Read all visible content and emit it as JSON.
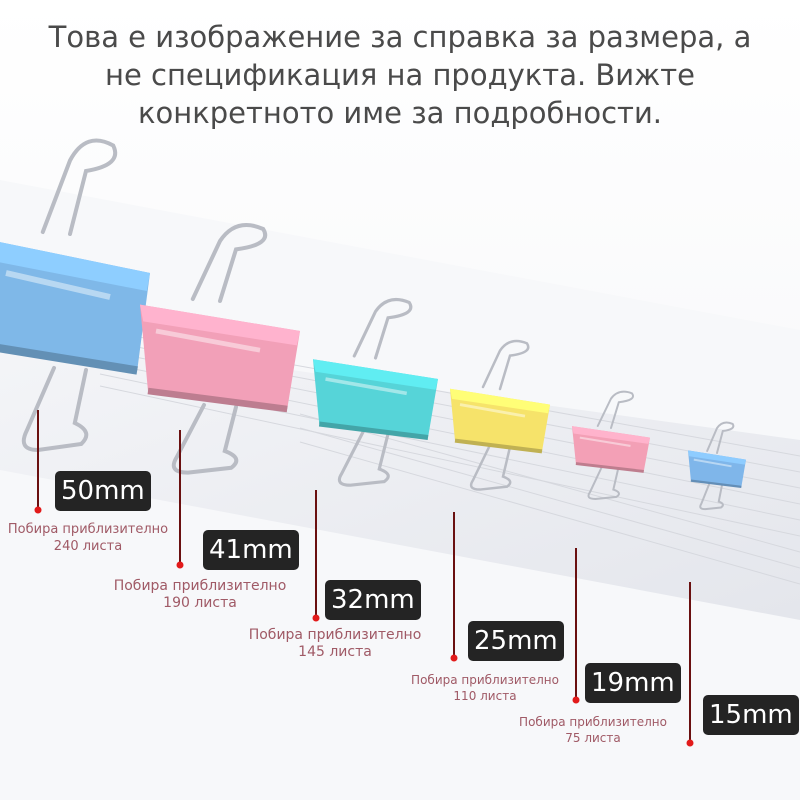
{
  "notice": {
    "line1": "Това е изображение за справка за размера, а",
    "line2": "не спецификация на продукта. Вижте",
    "line3": "конкретното име за подробности."
  },
  "clips": [
    {
      "size": "50mm",
      "capacity_line1": "Побира приблизително",
      "capacity_line2": "240 листа",
      "color": "#7fb8e8"
    },
    {
      "size": "41mm",
      "capacity_line1": "Побира приблизително",
      "capacity_line2": "190 листа",
      "color": "#f2a0b8"
    },
    {
      "size": "32mm",
      "capacity_line1": "Побира приблизително",
      "capacity_line2": "145 листа",
      "color": "#56d4d8"
    },
    {
      "size": "25mm",
      "capacity_line1": "Побира приблизително",
      "capacity_line2": "110 листа",
      "color": "#f6e36a"
    },
    {
      "size": "19mm",
      "capacity_line1": "Побира приблизително",
      "capacity_line2": "75 листа",
      "color": "#f3a0b6"
    },
    {
      "size": "15mm",
      "color": "#7fb6ea"
    }
  ],
  "colors": {
    "background": "#ffffff",
    "paper": "#eeeff3",
    "badge": "#242424",
    "marker": "#e21a1a",
    "capacity_text": "#a05a66"
  }
}
